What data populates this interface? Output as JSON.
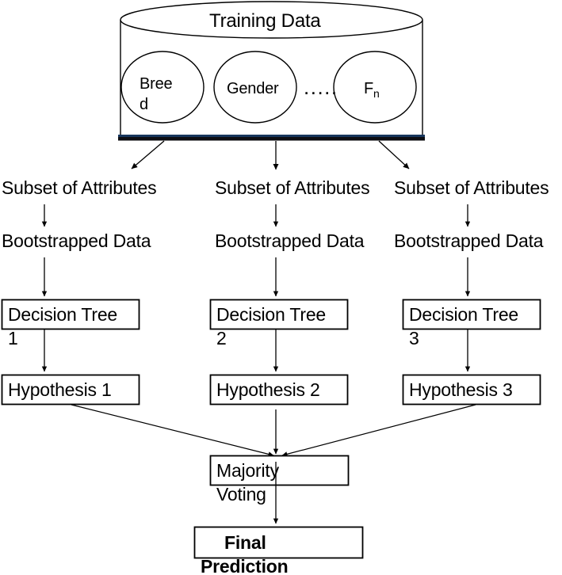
{
  "diagram": {
    "title_text": "Training Data",
    "source": {
      "name": "training-data-cylinder",
      "label": "Training Data",
      "features": [
        {
          "label": "Bree\nd",
          "line1": "Bree",
          "line2": "d",
          "name": "feature-breed"
        },
        {
          "label": "Gender",
          "line1": "Gender",
          "line2": "",
          "name": "feature-gender"
        },
        {
          "label": "Fn",
          "line1": "F",
          "line2": "",
          "subscript": "n",
          "name": "feature-fn"
        }
      ],
      "ellipsis": "....."
    },
    "columns": [
      {
        "subset_label": "Subset of Attributes",
        "bootstrap_label": "Bootstrapped Data",
        "tree_label": "Decision Tree",
        "tree_index": "1",
        "hypothesis_label": "Hypothesis 1"
      },
      {
        "subset_label": "Subset of Attributes",
        "bootstrap_label": "Bootstrapped Data",
        "tree_label": "Decision Tree",
        "tree_index": "2",
        "hypothesis_label": "Hypothesis 2"
      },
      {
        "subset_label": "Subset of Attributes",
        "bootstrap_label": "Bootstrapped Data",
        "tree_label": "Decision Tree",
        "tree_index": "3",
        "hypothesis_label": "Hypothesis 3"
      }
    ],
    "aggregate": {
      "majority_line1": "Majority",
      "majority_line2": "Voting",
      "final_line1": "Final",
      "final_line2": "Prediction"
    },
    "colors": {
      "stroke": "#000000",
      "cylinder_base": "#1f3864",
      "background": "#ffffff",
      "text": "#000000"
    }
  }
}
